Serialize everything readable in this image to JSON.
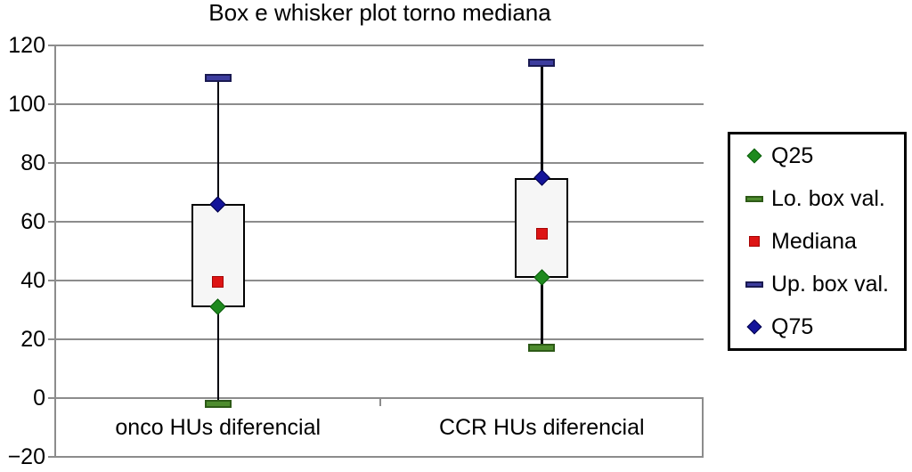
{
  "chart_data": {
    "type": "box",
    "title": "Box e whisker plot torno mediana",
    "categories": [
      "onco HUs diferencial",
      "CCR HUs diferencial"
    ],
    "ylim": [
      -20,
      120
    ],
    "yticks": [
      120,
      100,
      80,
      60,
      40,
      20,
      0,
      -20
    ],
    "grid": true,
    "legend_position": "right",
    "series": [
      {
        "category": "onco HUs diferencial",
        "q25": 31,
        "lo_box_val": -2,
        "mediana": 39.5,
        "up_box_val": 109,
        "q75": 66
      },
      {
        "category": "CCR HUs diferencial",
        "q25": 41,
        "lo_box_val": 17,
        "mediana": 56,
        "up_box_val": 114,
        "q75": 75
      }
    ],
    "legend": [
      {
        "label": "Q25",
        "marker": "diamond",
        "fill": "#1e8a1e",
        "border": "#0c5c0c"
      },
      {
        "label": "Lo. box val.",
        "marker": "dash",
        "fill": "#4e8c2e",
        "border": "#2d5a17"
      },
      {
        "label": "Mediana",
        "marker": "square",
        "fill": "#dd1414",
        "border": "#a50505"
      },
      {
        "label": "Up. box val.",
        "marker": "dash",
        "fill": "#3d3d9e",
        "border": "#1a1a52"
      },
      {
        "label": "Q75",
        "marker": "diamond",
        "fill": "#14149a",
        "border": "#000046"
      }
    ],
    "colors": {
      "gridline": "#8c8c8c",
      "axis": "#8c8c8c",
      "whisker": "#05050f",
      "box_border": "#000000",
      "box_fill": "#f6f6f6",
      "legend_border": "#000000",
      "text": "#000000",
      "background": "#ffffff"
    }
  }
}
